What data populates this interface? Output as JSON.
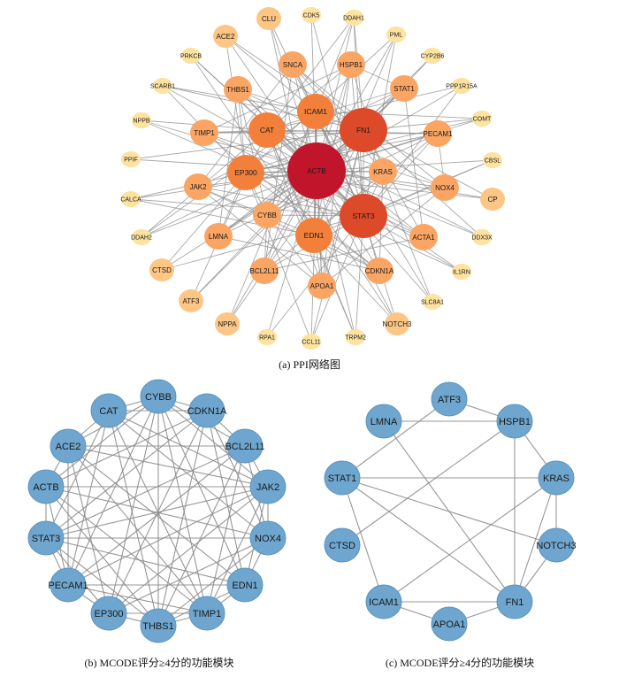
{
  "figure": {
    "colors": {
      "edge": "#8c8c8c",
      "module_node": "#6fa6cf",
      "module_node_stroke": "#5b93bd",
      "label": "#1a1a1a"
    },
    "panels": [
      {
        "id": "a",
        "caption": "(a) PPI网络图",
        "style": "heat",
        "nodes": [
          {
            "label": "ACTB",
            "rank": 5
          },
          {
            "label": "FN1",
            "rank": 4
          },
          {
            "label": "STAT3",
            "rank": 4
          },
          {
            "label": "CAT",
            "rank": 3
          },
          {
            "label": "EP300",
            "rank": 3
          },
          {
            "label": "ICAM1",
            "rank": 3
          },
          {
            "label": "EDN1",
            "rank": 3
          },
          {
            "label": "KRAS",
            "rank": 2
          },
          {
            "label": "STAT1",
            "rank": 2
          },
          {
            "label": "PECAM1",
            "rank": 2
          },
          {
            "label": "CYBB",
            "rank": 2
          },
          {
            "label": "JAK2",
            "rank": 2
          },
          {
            "label": "TIMP1",
            "rank": 2
          },
          {
            "label": "THBS1",
            "rank": 2
          },
          {
            "label": "SNCA",
            "rank": 2
          },
          {
            "label": "HSPB1",
            "rank": 2
          },
          {
            "label": "LMNA",
            "rank": 2
          },
          {
            "label": "BCL2L11",
            "rank": 2
          },
          {
            "label": "APOA1",
            "rank": 2
          },
          {
            "label": "CDKN1A",
            "rank": 2
          },
          {
            "label": "ACTA1",
            "rank": 2
          },
          {
            "label": "NOX4",
            "rank": 2
          },
          {
            "label": "ACE2",
            "rank": 1
          },
          {
            "label": "CLU",
            "rank": 1
          },
          {
            "label": "ATF3",
            "rank": 1
          },
          {
            "label": "CTSD",
            "rank": 1
          },
          {
            "label": "NPPA",
            "rank": 1
          },
          {
            "label": "NOTCH3",
            "rank": 1
          },
          {
            "label": "CP",
            "rank": 1
          },
          {
            "label": "CDK5",
            "rank": 0
          },
          {
            "label": "DDAH1",
            "rank": 0
          },
          {
            "label": "PML",
            "rank": 0
          },
          {
            "label": "CYP2B6",
            "rank": 0
          },
          {
            "label": "PPP1R15A",
            "rank": 0
          },
          {
            "label": "COMT",
            "rank": 0
          },
          {
            "label": "CBSL",
            "rank": 0
          },
          {
            "label": "DDX3X",
            "rank": 0
          },
          {
            "label": "IL1RN",
            "rank": 0
          },
          {
            "label": "SLC8A1",
            "rank": 0
          },
          {
            "label": "TRPM2",
            "rank": 0
          },
          {
            "label": "CCL11",
            "rank": 0
          },
          {
            "label": "RPA1",
            "rank": 0
          },
          {
            "label": "DDAH2",
            "rank": 0
          },
          {
            "label": "CALCA",
            "rank": 0
          },
          {
            "label": "PPIF",
            "rank": 0
          },
          {
            "label": "NPPB",
            "rank": 0
          },
          {
            "label": "SCARB1",
            "rank": 0
          },
          {
            "label": "PRKCB",
            "rank": 0
          }
        ],
        "rank_colors": [
          "#fde2a0",
          "#fdc684",
          "#fba565",
          "#f2803a",
          "#dc4a2a",
          "#c0152b"
        ]
      },
      {
        "id": "b",
        "caption": "(b) MCODE评分≥4分的功能模块",
        "style": "module",
        "nodes": [
          {
            "label": "CAT"
          },
          {
            "label": "CYBB"
          },
          {
            "label": "CDKN1A"
          },
          {
            "label": "BCL2L11"
          },
          {
            "label": "JAK2"
          },
          {
            "label": "NOX4"
          },
          {
            "label": "EDN1"
          },
          {
            "label": "TIMP1"
          },
          {
            "label": "THBS1"
          },
          {
            "label": "EP300"
          },
          {
            "label": "PECAM1"
          },
          {
            "label": "STAT3"
          },
          {
            "label": "ACTB"
          },
          {
            "label": "ACE2"
          }
        ]
      },
      {
        "id": "c",
        "caption": "(c) MCODE评分≥4分的功能模块",
        "style": "module",
        "nodes": [
          {
            "label": "ATF3"
          },
          {
            "label": "LMNA"
          },
          {
            "label": "HSPB1"
          },
          {
            "label": "STAT1"
          },
          {
            "label": "KRAS"
          },
          {
            "label": "CTSD"
          },
          {
            "label": "NOTCH3"
          },
          {
            "label": "ICAM1"
          },
          {
            "label": "FN1"
          },
          {
            "label": "APOA1"
          }
        ],
        "edges": [
          [
            "ATF3",
            "HSPB1"
          ],
          [
            "ATF3",
            "STAT1"
          ],
          [
            "LMNA",
            "HSPB1"
          ],
          [
            "LMNA",
            "FN1"
          ],
          [
            "HSPB1",
            "KRAS"
          ],
          [
            "HSPB1",
            "CTSD"
          ],
          [
            "HSPB1",
            "FN1"
          ],
          [
            "STAT1",
            "KRAS"
          ],
          [
            "STAT1",
            "NOTCH3"
          ],
          [
            "STAT1",
            "ICAM1"
          ],
          [
            "STAT1",
            "FN1"
          ],
          [
            "KRAS",
            "ICAM1"
          ],
          [
            "KRAS",
            "FN1"
          ],
          [
            "KRAS",
            "NOTCH3"
          ],
          [
            "NOTCH3",
            "FN1"
          ],
          [
            "ICAM1",
            "FN1"
          ],
          [
            "ICAM1",
            "APOA1"
          ],
          [
            "APOA1",
            "FN1"
          ]
        ]
      }
    ]
  }
}
